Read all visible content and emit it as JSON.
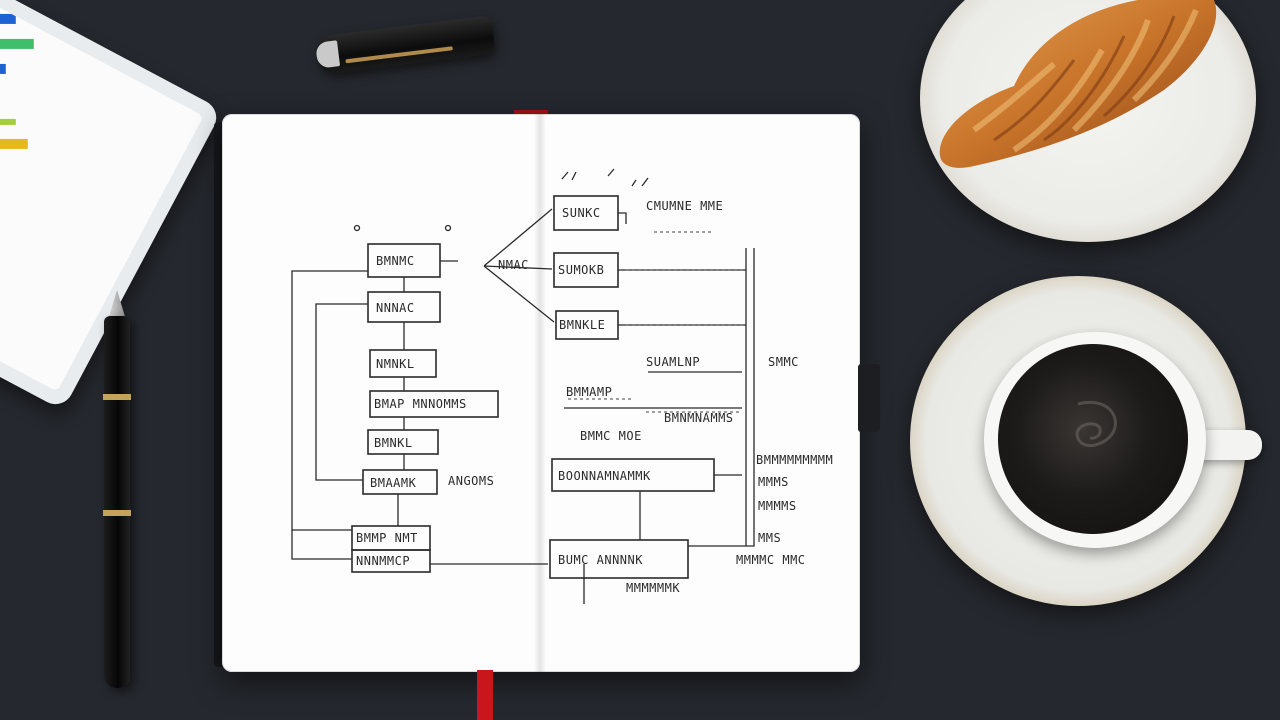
{
  "scene": {
    "objects": [
      "tablet",
      "notebook",
      "fountain-pen",
      "pen",
      "croissant",
      "coffee-cup"
    ],
    "colors": {
      "desk": "#25282e",
      "paper": "#fdfdfd",
      "ink": "#2a2a2a",
      "ribbon": "#c9161c",
      "croissant": "#c8742a",
      "coffee": "#1d1b1a"
    },
    "tablet_bars": [
      {
        "color": "#1d63d6"
      },
      {
        "color": "#1d63d6"
      },
      {
        "color": "#3fbf6a"
      },
      {
        "color": "#1d63d6"
      },
      {
        "color": "#1d63d6"
      },
      {
        "color": "#a5cf3a"
      },
      {
        "color": "#e6b81c"
      }
    ]
  },
  "pen": {
    "barrel_text": "ꟷꟷꟷꟷꟷꟷꟷꟷꟷ"
  },
  "notebook": {
    "left_page": {
      "boxes": [
        "BMNMC",
        "NNNAC",
        "NMNKL",
        "BMAP MNNOMMS",
        "BMNKL",
        "BMAAMK",
        "BMMP NMT",
        "NNNMMCP"
      ],
      "side_labels": [
        "NMAC",
        "ANGOMS"
      ]
    },
    "right_page": {
      "boxes": [
        "SUNKC",
        "SUMOKB",
        "BMNKLE",
        "BOONNAMNAMMK",
        "BUMC ANNNNK"
      ],
      "notes": [
        "CMUMNE MME",
        "SUAMLNP",
        "SMMC",
        "BMMAMP",
        "BMNMNAMMS",
        "BMMC MOE",
        "BMMMMMMMMM",
        "MMMS",
        "MMMMS",
        "MMS",
        "MMMMC MMC",
        "MMMMMMK"
      ]
    }
  }
}
